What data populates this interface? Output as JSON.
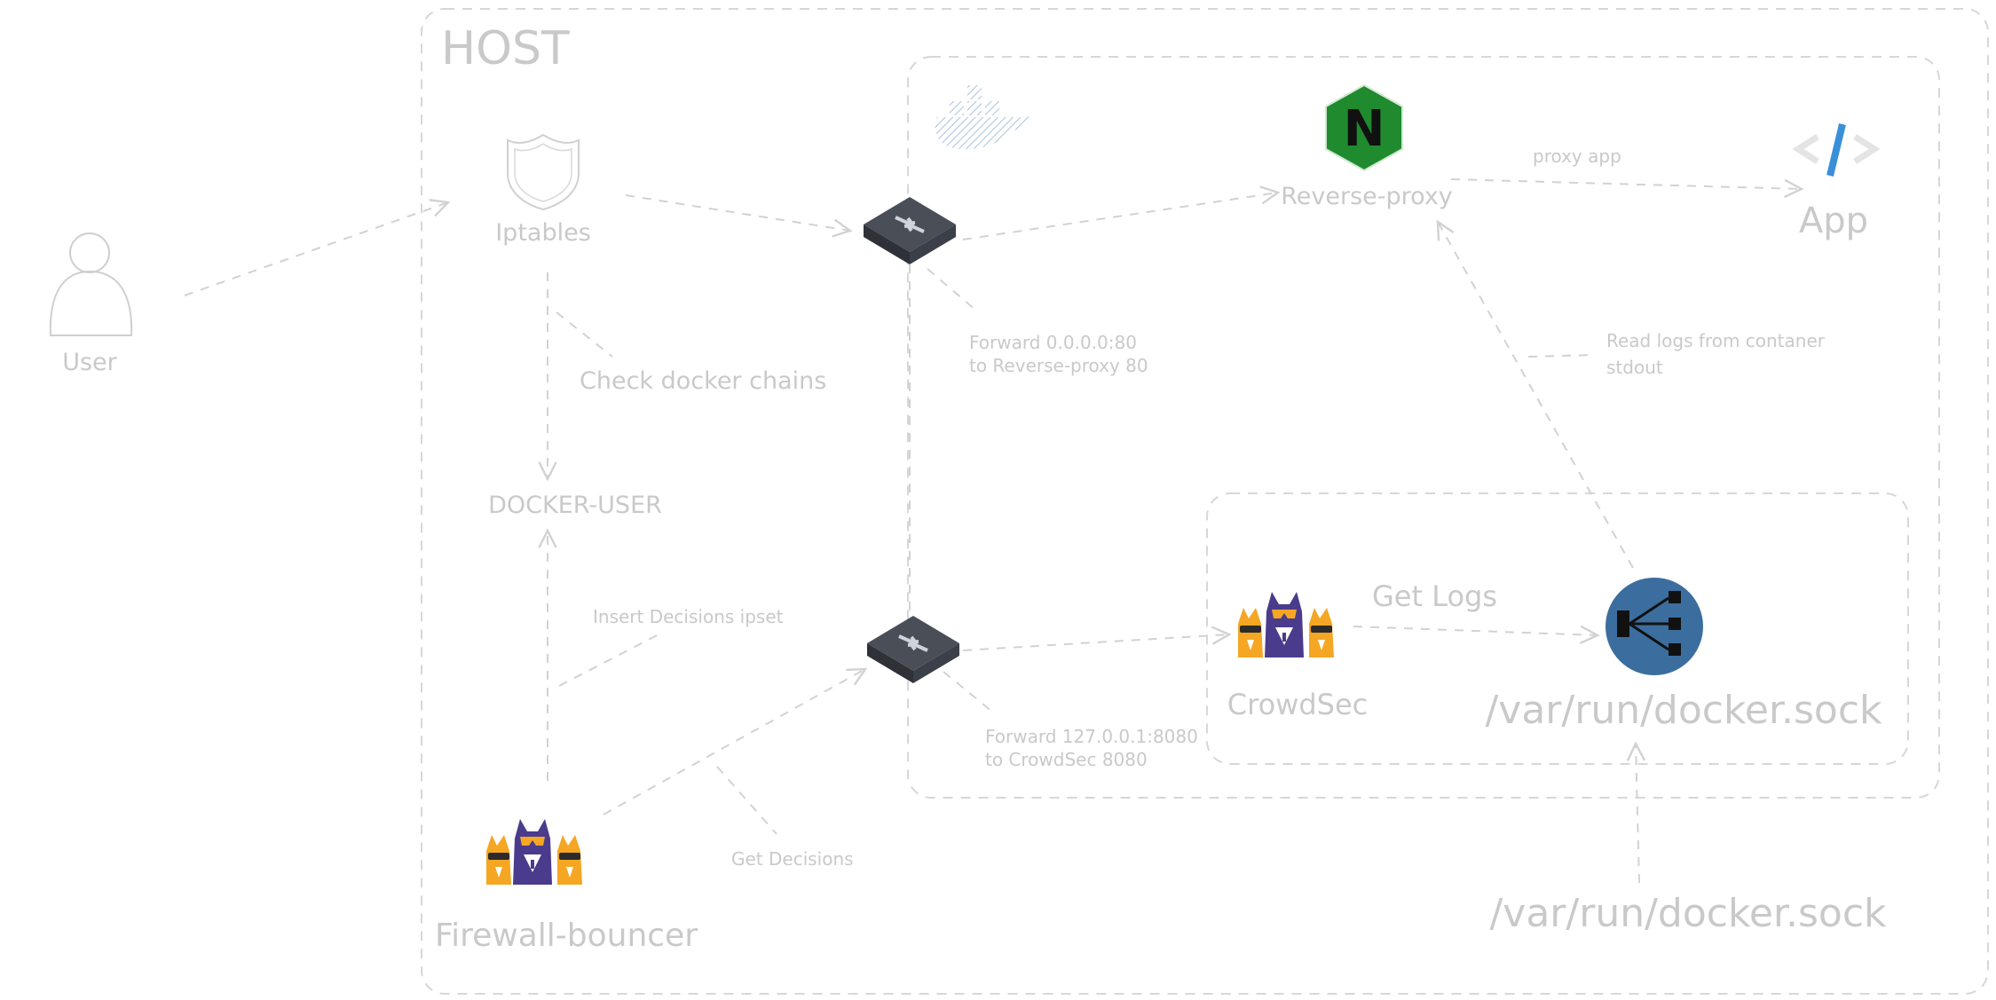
{
  "host": {
    "title": "HOST"
  },
  "nodes": {
    "user": "User",
    "iptables": "Iptables",
    "docker_user": "DOCKER-USER",
    "firewall_bouncer": "Firewall-bouncer",
    "reverse_proxy": "Reverse-proxy",
    "app": "App",
    "crowdsec": "CrowdSec",
    "docker_sock_inner": "/var/run/docker.sock",
    "docker_sock_outer": "/var/run/docker.sock"
  },
  "edges": {
    "check_docker_chains": "Check docker chains",
    "insert_decisions": "Insert Decisions ipset",
    "get_decisions": "Get Decisions",
    "forward_proxy_line1": "Forward 0.0.0.0:80",
    "forward_proxy_line2": "to Reverse-proxy 80",
    "forward_crowdsec_line1": "Forward 127.0.0.1:8080",
    "forward_crowdsec_line2": "to CrowdSec 8080",
    "proxy_app": "proxy app",
    "read_logs_line1": "Read logs from contaner",
    "read_logs_line2": "stdout",
    "get_logs": "Get Logs"
  },
  "icons": {
    "nginx_letter": "N",
    "app_symbol": "</>"
  },
  "colors": {
    "line": "#d2d2d2",
    "label": "#c9c9c9",
    "nginx_green": "#1f8a2e",
    "crowdsec_purple": "#4a3b8c",
    "crowdsec_orange": "#f5a623",
    "docker_sock_blue": "#3b6e9e",
    "switch_dark": "#3b3f47",
    "app_blue": "#3a8fd9"
  }
}
